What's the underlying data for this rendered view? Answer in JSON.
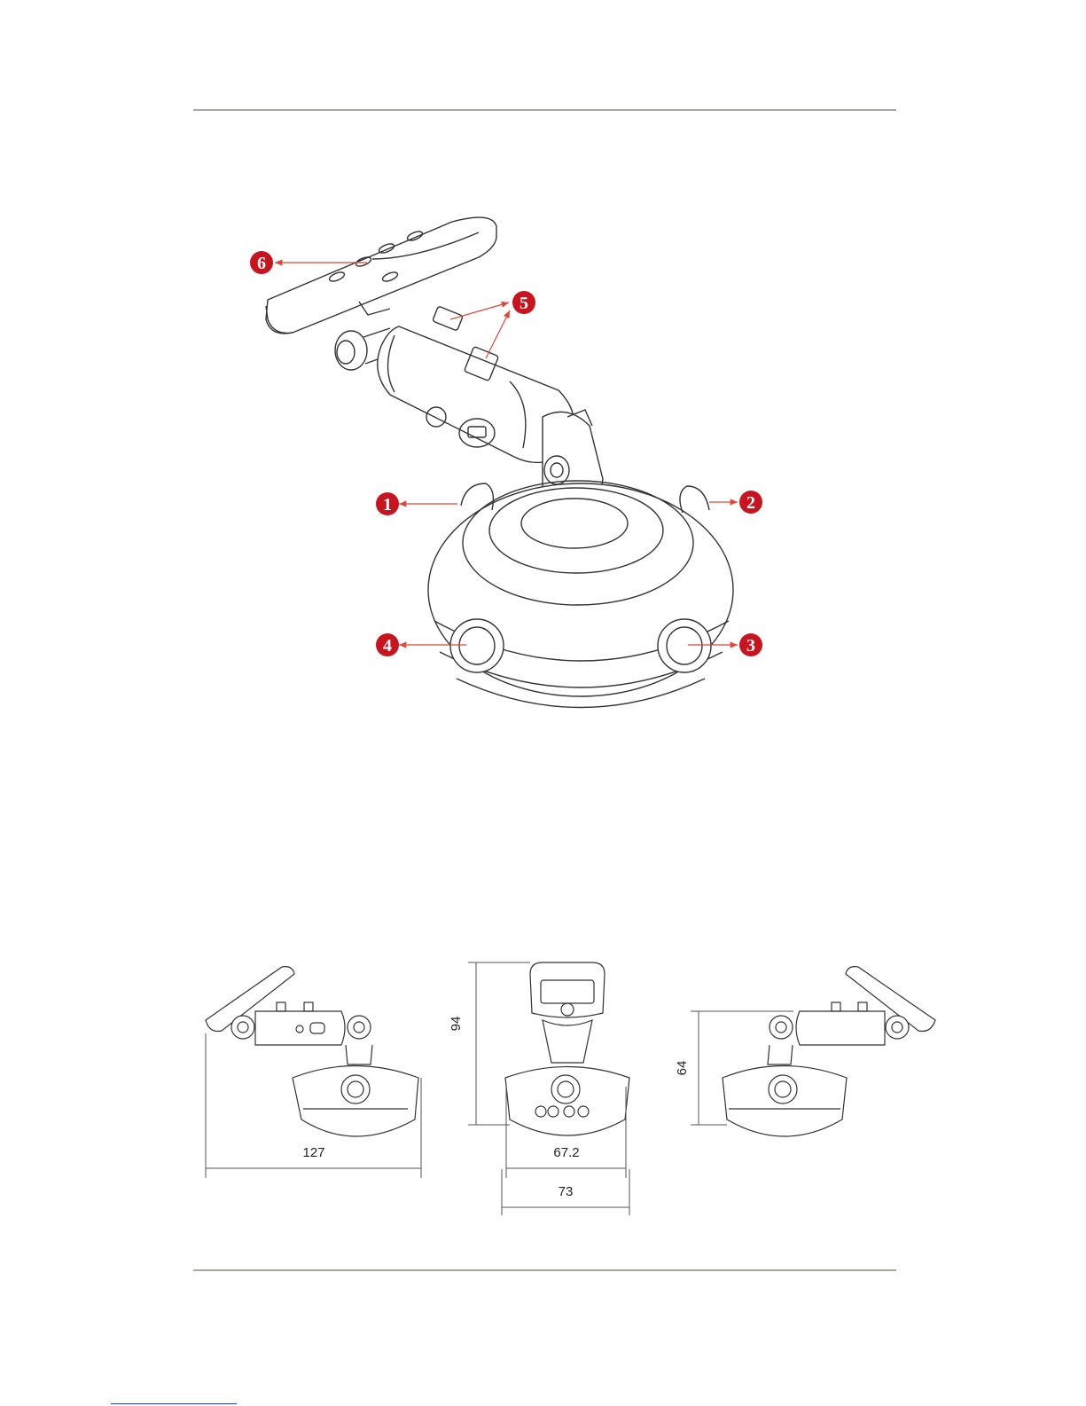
{
  "callouts": [
    {
      "n": "1"
    },
    {
      "n": "2"
    },
    {
      "n": "3"
    },
    {
      "n": "4"
    },
    {
      "n": "5"
    },
    {
      "n": "6"
    }
  ],
  "dimensions": {
    "side_width": "127",
    "front_height": "94",
    "front_inner_width": "67.2",
    "front_outer_width": "73",
    "side_height": "64"
  },
  "colors": {
    "callout": "#c8141e",
    "leader": "#e0463a",
    "rule": "#a7a89f",
    "line": "#333333"
  }
}
